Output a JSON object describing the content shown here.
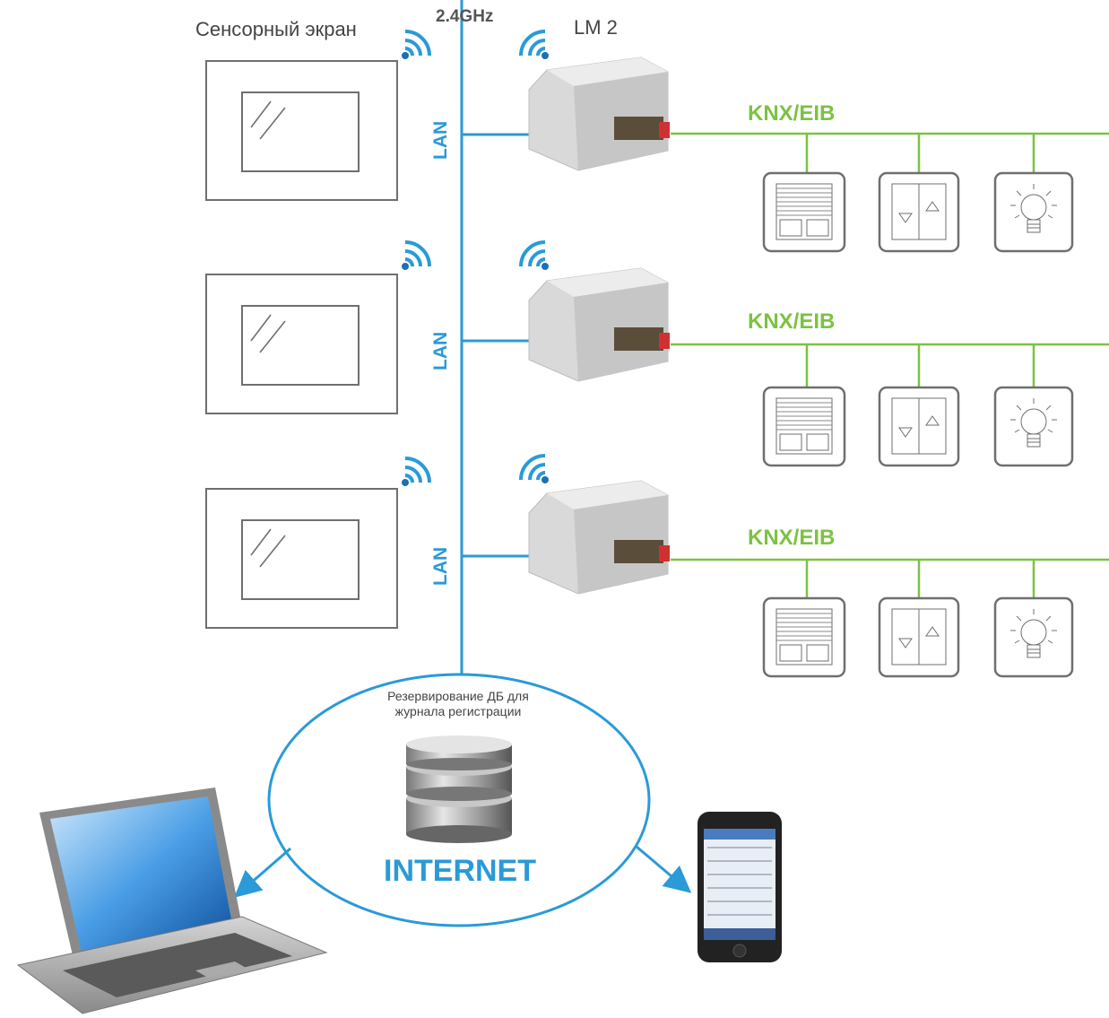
{
  "labels": {
    "touch_screen": "Сенсорный экран",
    "frequency": "2.4GHz",
    "lm": "LM 2",
    "lan": [
      "LAN",
      "LAN",
      "LAN"
    ],
    "bus": [
      "KNX/EIB",
      "KNX/EIB",
      "KNX/EIB"
    ],
    "backup": "Резервирование ДБ для журнала регистрации",
    "internet": "INTERNET"
  },
  "colors": {
    "lan_line": "#2a9ad8",
    "knx_line": "#7cc242",
    "device_outline": "#6f6f6f"
  },
  "icons": [
    "touch-screen-icon",
    "wifi-signal-icon",
    "logic-machine-icon",
    "blind-switch-icon",
    "shutter-switch-icon",
    "light-bulb-icon",
    "database-icon",
    "laptop-icon",
    "smartphone-icon"
  ]
}
